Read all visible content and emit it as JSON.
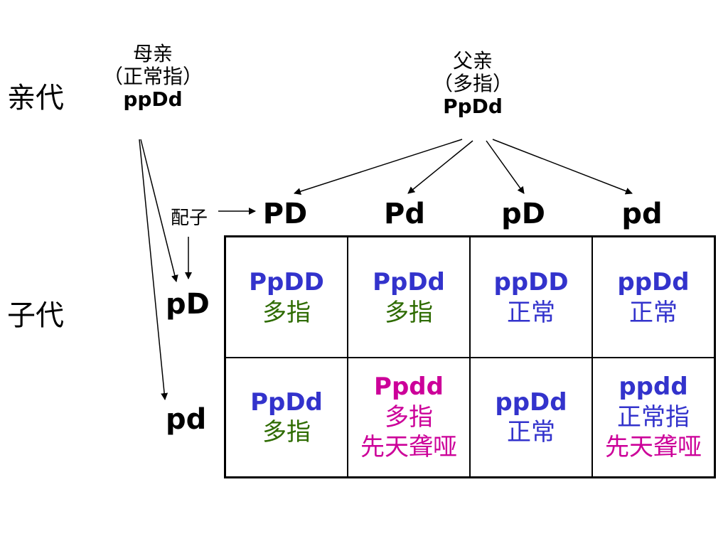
{
  "generations": {
    "parental": "亲代",
    "offspring": "子代"
  },
  "mother": {
    "title": "母亲",
    "phenotype": "（正常指）",
    "genotype": "ppDd"
  },
  "father": {
    "title": "父亲",
    "phenotype": "（多指）",
    "genotype": "PpDd"
  },
  "gamete_label": "配子",
  "father_gametes": [
    "PD",
    "Pd",
    "pD",
    "pd"
  ],
  "mother_gametes": [
    "pD",
    "pd"
  ],
  "grid": {
    "rows": [
      [
        {
          "genotype": "PpDD",
          "lines": [
            "多指"
          ],
          "genotype_color": "#3333cc",
          "line_color": "#2e6b00"
        },
        {
          "genotype": "PpDd",
          "lines": [
            "多指"
          ],
          "genotype_color": "#3333cc",
          "line_color": "#2e6b00"
        },
        {
          "genotype": "ppDD",
          "lines": [
            "正常"
          ],
          "genotype_color": "#3333cc",
          "line_color": "#3333cc"
        },
        {
          "genotype": "ppDd",
          "lines": [
            "正常"
          ],
          "genotype_color": "#3333cc",
          "line_color": "#3333cc"
        }
      ],
      [
        {
          "genotype": "PpDd",
          "lines": [
            "多指"
          ],
          "genotype_color": "#3333cc",
          "line_color": "#2e6b00"
        },
        {
          "genotype": "Ppdd",
          "lines": [
            "多指",
            "先天聋哑"
          ],
          "genotype_color": "#cc0099",
          "line_color": "#cc0099"
        },
        {
          "genotype": "ppDd",
          "lines": [
            "正常"
          ],
          "genotype_color": "#3333cc",
          "line_color": "#3333cc"
        },
        {
          "genotype": "ppdd",
          "lines": [
            "正常指",
            "先天聋哑"
          ],
          "genotype_color": "#3333cc",
          "line_color": "#3333cc",
          "line2_color": "#cc0099"
        }
      ]
    ]
  }
}
